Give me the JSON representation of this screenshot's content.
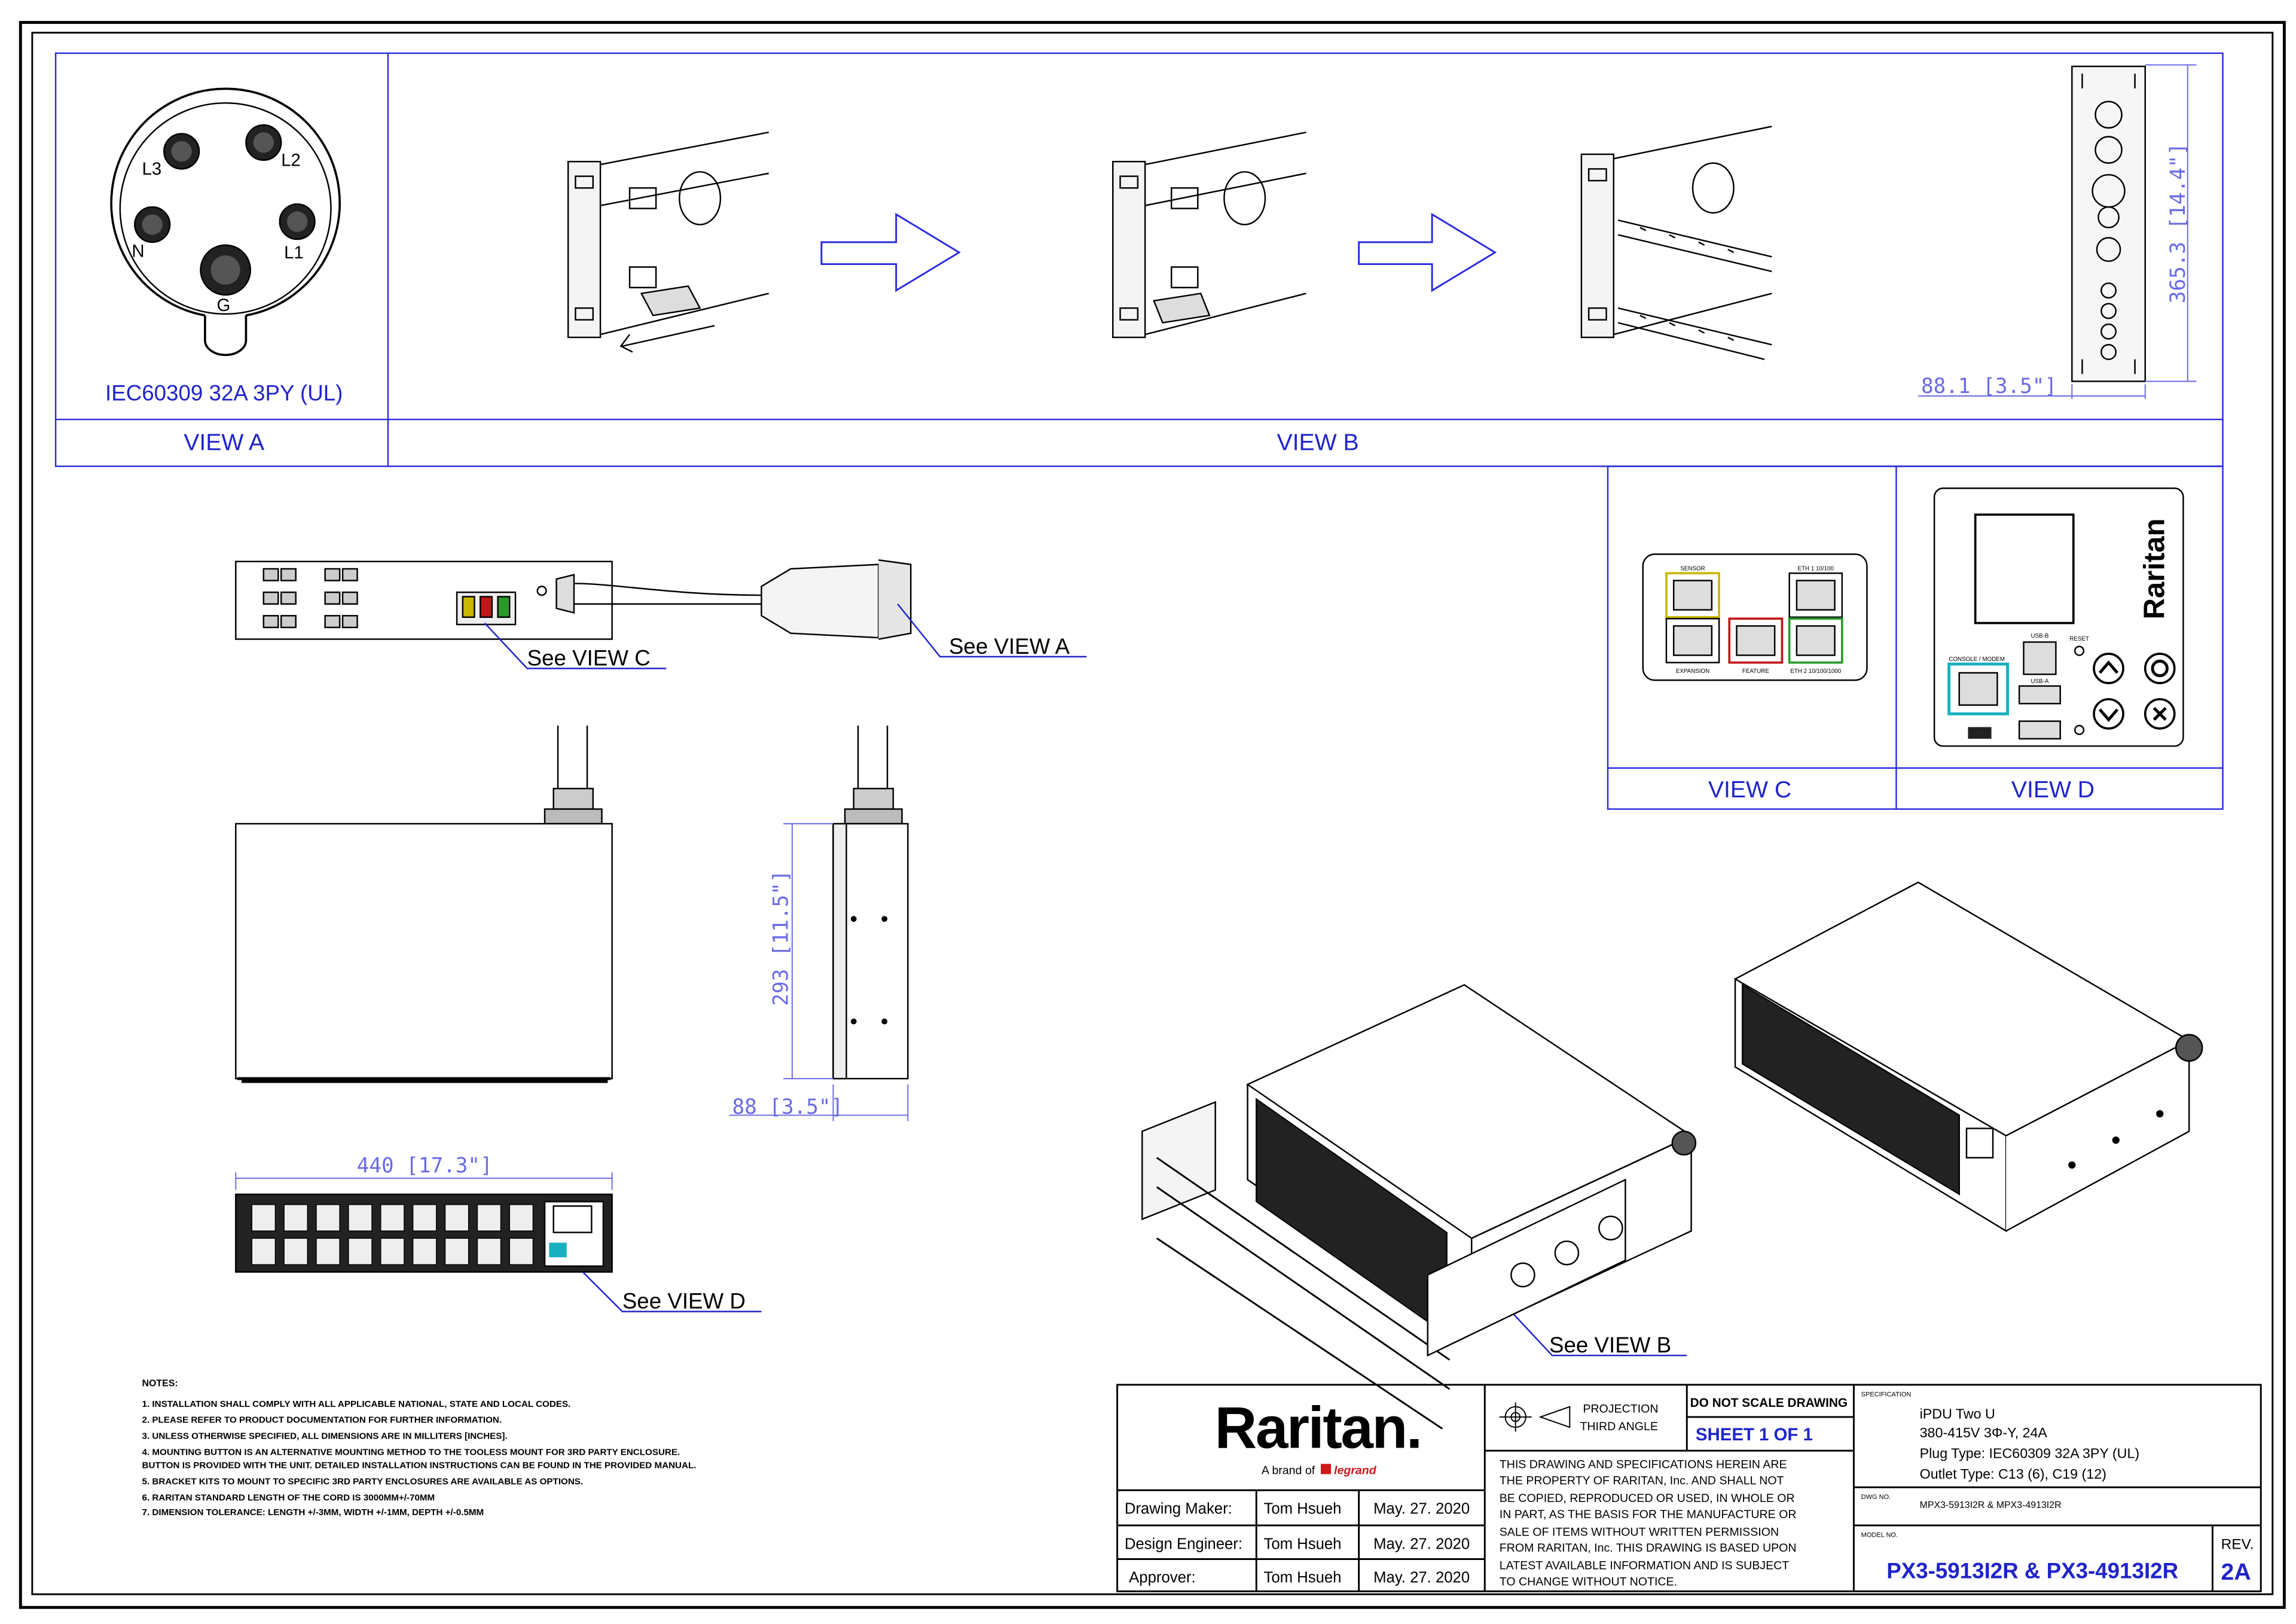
{
  "views": {
    "a_plug_label": "IEC60309 32A 3PY (UL)",
    "a_title": "VIEW A",
    "b_title": "VIEW B",
    "c_title": "VIEW C",
    "d_title": "VIEW D",
    "pins": {
      "l1": "L1",
      "l2": "L2",
      "l3": "L3",
      "n": "N",
      "g": "G"
    }
  },
  "callouts": {
    "see_view_a": "See VIEW A",
    "see_view_b": "See VIEW B",
    "see_view_c": "See VIEW C",
    "see_view_d": "See VIEW D"
  },
  "dimensions": {
    "height_mount": "365.3 [14.4\"]",
    "width_mount": "88.1 [3.5\"]",
    "depth_side": "293 [11.5\"]",
    "width_side": "88 [3.5\"]",
    "front_width": "440 [17.3\"]"
  },
  "view_c_ports": {
    "sensor": "SENSOR",
    "eth1": "ETH 1 10/100",
    "expansion": "EXPANSION",
    "feature": "FEATURE",
    "eth2": "ETH 2 10/100/1000"
  },
  "view_d_labels": {
    "console": "CONSOLE / MODEM",
    "usb_b": "USB-B",
    "usb_a": "USB-A",
    "reset": "RESET",
    "brand_vertical": "Raritan"
  },
  "notes": {
    "heading": "NOTES:",
    "items": [
      "1. INSTALLATION SHALL COMPLY WITH ALL APPLICABLE NATIONAL, STATE AND LOCAL CODES.",
      "2. PLEASE REFER TO PRODUCT DOCUMENTATION FOR FURTHER INFORMATION.",
      "3. UNLESS OTHERWISE SPECIFIED, ALL DIMENSIONS ARE IN MILLITERS [INCHES].",
      "4. MOUNTING BUTTON IS AN ALTERNATIVE MOUNTING METHOD TO THE TOOLESS MOUNT FOR 3RD PARTY ENCLOSURE.",
      "    BUTTON IS PROVIDED WITH THE UNIT. DETAILED INSTALLATION INSTRUCTIONS CAN BE FOUND IN THE PROVIDED MANUAL.",
      "5. BRACKET KITS TO MOUNT TO SPECIFIC 3RD PARTY ENCLOSURES ARE AVAILABLE AS OPTIONS.",
      "6. RARITAN STANDARD LENGTH OF THE CORD IS 3000MM+/-70MM",
      "7. DIMENSION TOLERANCE: LENGTH +/-3MM, WIDTH +/-1MM, DEPTH +/-0.5MM"
    ]
  },
  "title_block": {
    "brand": "Raritan.",
    "brand_sub": "A brand of",
    "brand_legrand": "legrand",
    "rows": [
      {
        "role": "Drawing Maker:",
        "name": "Tom Hsueh",
        "date": "May. 27. 2020"
      },
      {
        "role": "Design Engineer:",
        "name": "Tom Hsueh",
        "date": "May. 27. 2020"
      },
      {
        "role": "Approver:",
        "name": "Tom Hsueh",
        "date": "May. 27. 2020"
      }
    ],
    "projection_1": "PROJECTION",
    "projection_2": "THIRD ANGLE",
    "do_not_scale": "DO NOT SCALE DRAWING",
    "sheet": "SHEET 1 OF 1",
    "disclaimer": [
      "THIS DRAWING AND SPECIFICATIONS HEREIN ARE",
      "THE PROPERTY OF RARITAN, Inc. AND SHALL NOT",
      "BE COPIED, REPRODUCED OR USED, IN WHOLE OR",
      "IN PART, AS THE BASIS FOR THE MANUFACTURE OR",
      "SALE OF ITEMS WITHOUT WRITTEN PERMISSION",
      "FROM RARITAN, Inc. THIS DRAWING IS BASED UPON",
      "LATEST AVAILABLE INFORMATION AND IS SUBJECT",
      "TO CHANGE WITHOUT NOTICE."
    ],
    "spec_label": "SPECIFICATION",
    "spec_lines": [
      "iPDU Two U",
      "380-415V 3Φ-Y, 24A",
      "Plug Type: IEC60309 32A 3PY (UL)",
      "Outlet Type: C13 (6), C19 (12)"
    ],
    "dwg_label": "DWG NO.",
    "dwg_value": "MPX3-5913I2R & MPX3-4913I2R",
    "model_label": "MODEL NO.",
    "model_value": "PX3-5913I2R & PX3-4913I2R",
    "rev_label": "REV.",
    "rev_value": "2A"
  }
}
